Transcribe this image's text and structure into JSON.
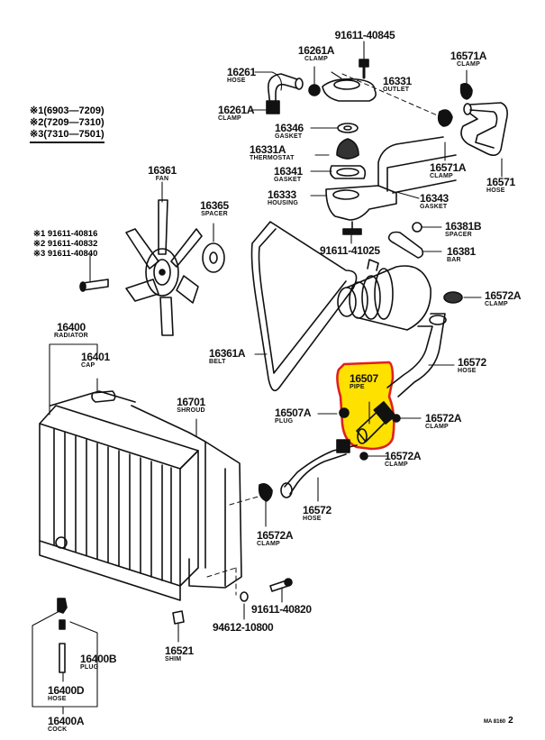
{
  "diagram": {
    "highlight": {
      "part": "16507",
      "fill": "#ffe100",
      "outline": "#e02020"
    },
    "legend": [
      {
        "mark": "※1",
        "range": "(6903—7209)"
      },
      {
        "mark": "※2",
        "range": "(7209—7310)"
      },
      {
        "mark": "※3",
        "range": "(7310—7501)"
      }
    ],
    "fan_bolts": [
      {
        "mark": "※1",
        "part": "91611-40816"
      },
      {
        "mark": "※2",
        "part": "91611-40832"
      },
      {
        "mark": "※3",
        "part": "91611-40840"
      }
    ],
    "labels": [
      {
        "id": "91611-40845",
        "num": "91611-40845",
        "name": ""
      },
      {
        "id": "16261a-top",
        "num": "16261A",
        "name": "CLAMP"
      },
      {
        "id": "16261",
        "num": "16261",
        "name": "HOSE"
      },
      {
        "id": "16331",
        "num": "16331",
        "name": "OUTLET"
      },
      {
        "id": "16261a-left",
        "num": "16261A",
        "name": "CLAMP"
      },
      {
        "id": "16346",
        "num": "16346",
        "name": "GASKET"
      },
      {
        "id": "16331a",
        "num": "16331A",
        "name": "THERMOSTAT"
      },
      {
        "id": "16341",
        "num": "16341",
        "name": "GASKET"
      },
      {
        "id": "16333",
        "num": "16333",
        "name": "HOUSING"
      },
      {
        "id": "16343",
        "num": "16343",
        "name": "GASKET"
      },
      {
        "id": "16571a-top",
        "num": "16571A",
        "name": "CLAMP"
      },
      {
        "id": "16571a-mid",
        "num": "16571A",
        "name": "CLAMP"
      },
      {
        "id": "16571",
        "num": "16571",
        "name": "HOSE"
      },
      {
        "id": "16361",
        "num": "16361",
        "name": "FAN"
      },
      {
        "id": "16365",
        "num": "16365",
        "name": "SPACER"
      },
      {
        "id": "91611-41025",
        "num": "91611-41025",
        "name": ""
      },
      {
        "id": "16381b",
        "num": "16381B",
        "name": "SPACER"
      },
      {
        "id": "16381",
        "num": "16381",
        "name": "BAR"
      },
      {
        "id": "16572a-upper",
        "num": "16572A",
        "name": "CLAMP"
      },
      {
        "id": "16400",
        "num": "16400",
        "name": "RADIATOR"
      },
      {
        "id": "16401",
        "num": "16401",
        "name": "CAP"
      },
      {
        "id": "16361a",
        "num": "16361A",
        "name": "BELT"
      },
      {
        "id": "16572-upper",
        "num": "16572",
        "name": "HOSE"
      },
      {
        "id": "16507",
        "num": "16507",
        "name": "PIPE"
      },
      {
        "id": "16701",
        "num": "16701",
        "name": "SHROUD"
      },
      {
        "id": "16507a",
        "num": "16507A",
        "name": "PLUG"
      },
      {
        "id": "16572a-right",
        "num": "16572A",
        "name": "CLAMP"
      },
      {
        "id": "16572a-lowmid",
        "num": "16572A",
        "name": "CLAMP"
      },
      {
        "id": "16572-lower",
        "num": "16572",
        "name": "HOSE"
      },
      {
        "id": "16572a-bottom",
        "num": "16572A",
        "name": "CLAMP"
      },
      {
        "id": "91611-40820",
        "num": "91611-40820",
        "name": ""
      },
      {
        "id": "94612-10800",
        "num": "94612-10800",
        "name": ""
      },
      {
        "id": "16521",
        "num": "16521",
        "name": "SHIM"
      },
      {
        "id": "16400b",
        "num": "16400B",
        "name": "PLUG"
      },
      {
        "id": "16400d",
        "num": "16400D",
        "name": "HOSE"
      },
      {
        "id": "16400a",
        "num": "16400A",
        "name": "COCK"
      }
    ],
    "footer": {
      "code": "MA 8160",
      "page": "2"
    }
  }
}
